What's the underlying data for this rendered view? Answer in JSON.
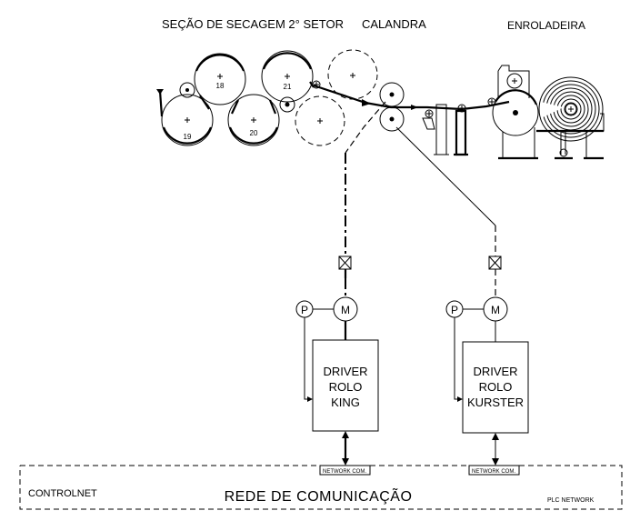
{
  "header": {
    "section_label": "SEÇÃO DE SECAGEM 2° SETOR",
    "calender_label": "CALANDRA",
    "reel_label": "ENROLADEIRA"
  },
  "rollers": {
    "r18": "18",
    "r19": "19",
    "r20": "20",
    "r21": "21"
  },
  "drives": [
    {
      "motor_label": "M",
      "pressure_label": "P",
      "driver_lines": [
        "DRIVER",
        "ROLO",
        "KING"
      ],
      "network_label": "NETWORK COM."
    },
    {
      "motor_label": "M",
      "pressure_label": "P",
      "driver_lines": [
        "DRIVER",
        "ROLO",
        "KURSTER"
      ],
      "network_label": "NETWORK COM."
    }
  ],
  "network": {
    "left_label": "CONTROLNET",
    "center_label": "REDE DE COMUNICAÇÃO",
    "right_label": "PLC NETWORK"
  }
}
